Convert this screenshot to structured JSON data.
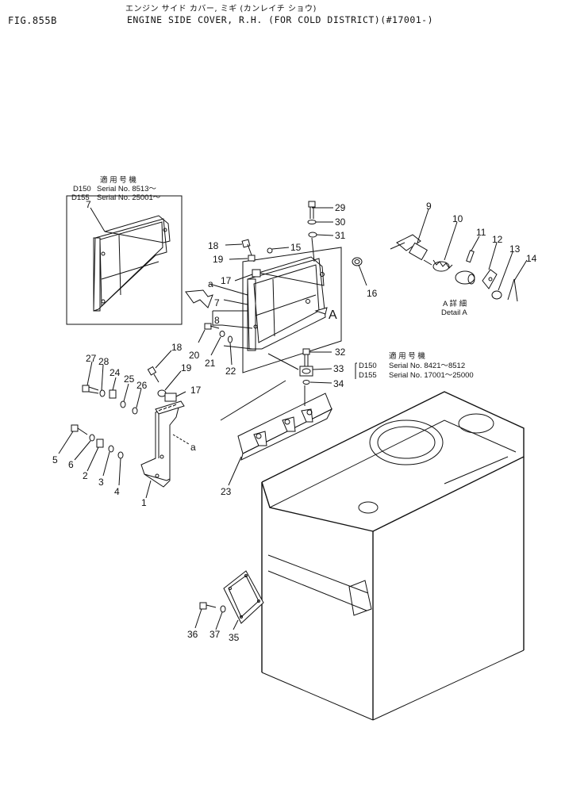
{
  "header": {
    "fig_no": "FIG.855B",
    "title_jp": "エンジン サイド カバー, ミギ (カンレイチ ショウ)",
    "title_en": "ENGINE SIDE COVER, R.H. (FOR COLD DISTRICT)(#17001-)"
  },
  "inset_serial": {
    "heading": "適 用 号 機",
    "row1_model": "D150",
    "row1_serial": "Serial No. 8513～",
    "row2_model": "D155",
    "row2_serial": "Serial No. 25001～"
  },
  "right_serial": {
    "heading": "適 用 号 機",
    "row1_model": "D150",
    "row1_serial": "Serial No. 8421～8512",
    "row2_model": "D155",
    "row2_serial": "Serial No. 17001～25000"
  },
  "detail": {
    "letter": "A",
    "jp": "A 詳 細",
    "en": "Detail A"
  },
  "callouts": {
    "c1": "1",
    "c2": "2",
    "c3": "3",
    "c4": "4",
    "c5": "5",
    "c6": "6",
    "c7_inset": "7",
    "c7": "7",
    "c8": "8",
    "c9": "9",
    "c10": "10",
    "c11": "11",
    "c12": "12",
    "c13": "13",
    "c14": "14",
    "c15": "15",
    "c16": "16",
    "c17a": "17",
    "c17b": "17",
    "c18a": "18",
    "c18b": "18",
    "c19a": "19",
    "c19b": "19",
    "c20": "20",
    "c21": "21",
    "c22": "22",
    "c23": "23",
    "c24": "24",
    "c25": "25",
    "c26": "26",
    "c27": "27",
    "c28": "28",
    "c29": "29",
    "c30": "30",
    "c31": "31",
    "c32": "32",
    "c33": "33",
    "c34": "34",
    "c35": "35",
    "c36": "36",
    "c37": "37",
    "ref_a1": "a",
    "ref_a2": "a"
  }
}
